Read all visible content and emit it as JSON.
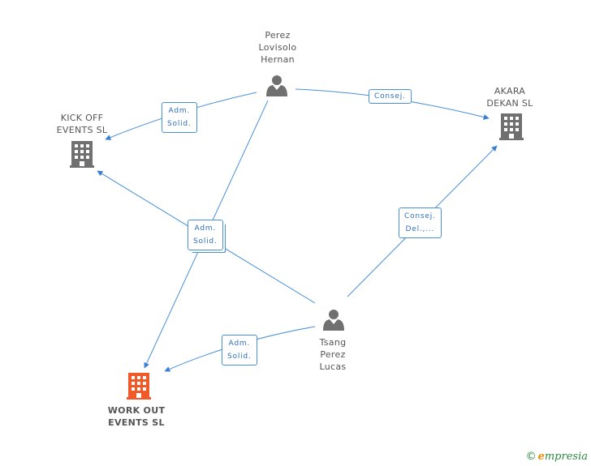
{
  "nodes": {
    "perez": "Perez\nLovisolo\nHernan",
    "kickoff": "KICK OFF\nEVENTS SL",
    "akara": "AKARA\nDEKAN SL",
    "tsang": "Tsang\nPerez\nLucas",
    "workout": "WORK OUT\nEVENTS SL"
  },
  "edges": {
    "perez_kickoff": "Adm.\nSolid.",
    "perez_akara": "Consej.",
    "tsang_akara": "Consej.\nDel.,...",
    "multi_workout": "Adm.\nSolid.",
    "tsang_workout": "Adm.\nSolid."
  },
  "colors": {
    "edge": "#4a90d9",
    "person_icon": "#707070",
    "company_icon": "#707070",
    "highlight_company": "#f05a28"
  },
  "brand": {
    "copyright": "©",
    "name_initial": "e",
    "name_rest": "mpresia"
  }
}
